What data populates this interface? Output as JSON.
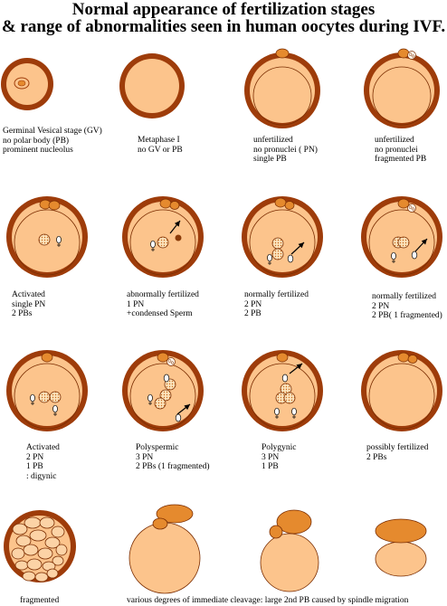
{
  "title": {
    "line1": "Normal  appearance of fertilization stages",
    "line2": "& range of abnormalities seen in human oocytes  during  IVF."
  },
  "colors": {
    "zona": "#9e3c0a",
    "cytoplasm": "#fcc48c",
    "polar_body": "#e58a2e",
    "outline": "#7a2c00",
    "sperm_head": "#8a3a08",
    "background": "#ffffff"
  },
  "cells": [
    {
      "id": "gv",
      "lines": [
        "Germinal Vesical stage (GV)",
        "no polar body (PB)",
        "prominent nucleolus"
      ]
    },
    {
      "id": "metaphase-1",
      "lines": [
        "Metaphase I",
        "no GV or PB"
      ]
    },
    {
      "id": "unfertilized-single",
      "lines": [
        "unfertilized",
        "no pronuclei ( PN)",
        "single PB"
      ]
    },
    {
      "id": "unfertilized-frag",
      "lines": [
        "unfertilized",
        "no pronuclei",
        "fragmented PB"
      ]
    },
    {
      "id": "activated-1pn",
      "lines": [
        "Activated",
        "single PN",
        "2 PBs"
      ]
    },
    {
      "id": "abnormal-1pn",
      "lines": [
        "abnormally fertilized",
        "1 PN",
        "+condensed Sperm"
      ]
    },
    {
      "id": "normal-2pb",
      "lines": [
        "normally  fertilized",
        "2 PN",
        "2 PB"
      ]
    },
    {
      "id": "normal-frag",
      "lines": [
        "normally fertilized",
        "2 PN",
        "2 PB( 1 fragmented)"
      ]
    },
    {
      "id": "activated-digynic",
      "lines": [
        "Activated",
        "2 PN",
        "1 PB",
        ": digynic"
      ]
    },
    {
      "id": "polyspermic",
      "lines": [
        "Polyspermic",
        "3 PN",
        "2 PBs (1 fragmented)"
      ]
    },
    {
      "id": "polygynic",
      "lines": [
        "Polygynic",
        "3 PN",
        "1 PB"
      ]
    },
    {
      "id": "possibly-fertilized",
      "lines": [
        "possibly fertilized",
        "2 PBs"
      ]
    },
    {
      "id": "fragmented",
      "lines": [
        "fragmented"
      ]
    }
  ],
  "bottom_caption": "various degrees of immediate cleavage: large 2nd PB caused by spindle migration"
}
